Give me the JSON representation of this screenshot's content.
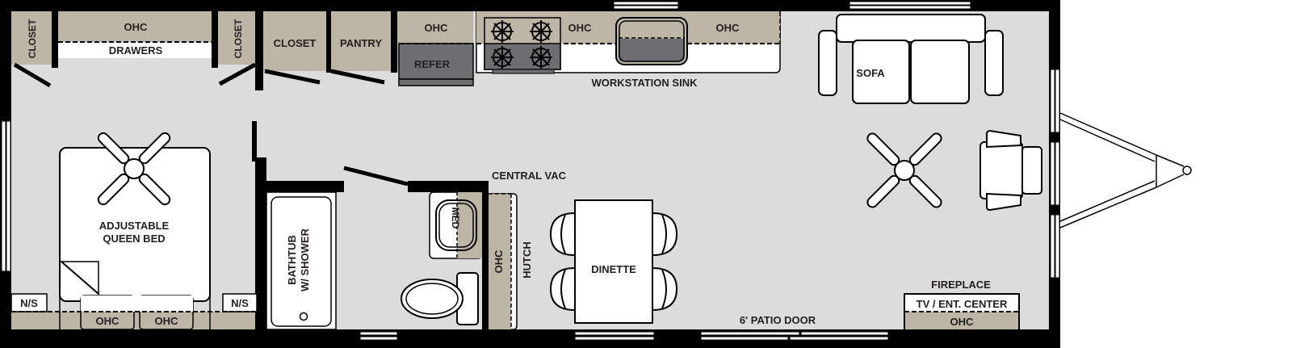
{
  "floorplan": {
    "colors": {
      "floor": "#dcdcdc",
      "wall": "#000000",
      "cabinet": "#bdb5a6",
      "appliance": "#6d6e70",
      "fixture": "#ffffff",
      "text": "#231f20"
    },
    "labels": {
      "closet_left": "CLOSET",
      "ohc_bedroom_top": "OHC",
      "drawers": "DRAWERS",
      "closet_right": "CLOSET",
      "closet_hall": "CLOSET",
      "pantry": "PANTRY",
      "ohc_refer": "OHC",
      "refer": "REFER",
      "ohc_kitchen_mid": "OHC",
      "ohc_kitchen_right": "OHC",
      "workstation_sink": "WORKSTATION SINK",
      "sofa": "SOFA",
      "bed_line1": "ADJUSTABLE",
      "bed_line2": "QUEEN BED",
      "ns_left": "N/S",
      "ns_right": "N/S",
      "ohc_bed_left": "OHC",
      "ohc_bed_right": "OHC",
      "bathtub_line1": "BATHTUB",
      "bathtub_line2": "W/ SHOWER",
      "med": "MED",
      "central_vac": "CENTRAL VAC",
      "ohc_hutch": "OHC",
      "hutch": "HUTCH",
      "dinette": "DINETTE",
      "patio_door": "6' PATIO DOOR",
      "fireplace": "FIREPLACE",
      "tv_center": "TV / ENT. CENTER",
      "ohc_tv": "OHC"
    }
  }
}
